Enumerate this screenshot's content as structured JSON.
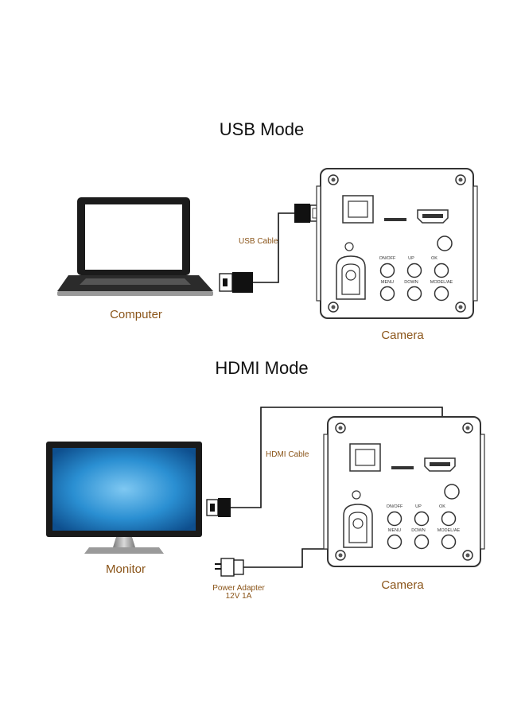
{
  "sections": {
    "usb": {
      "title": "USB Mode",
      "computer_label": "Computer",
      "cable_label": "USB Cable",
      "camera_label": "Camera"
    },
    "hdmi": {
      "title": "HDMI Mode",
      "monitor_label": "Monitor",
      "cable_label": "HDMI Cable",
      "power_line1": "Power Adapter",
      "power_line2": "12V 1A",
      "camera_label": "Camera"
    }
  },
  "camera_buttons": {
    "onoff": "ON/OFF",
    "up": "UP",
    "ok": "OK",
    "menu": "MENU",
    "down": "DOWN",
    "model": "MODEL/AE"
  },
  "colors": {
    "label": "#8a5418",
    "screen": "#1f7fc6",
    "cable": "#111111"
  }
}
